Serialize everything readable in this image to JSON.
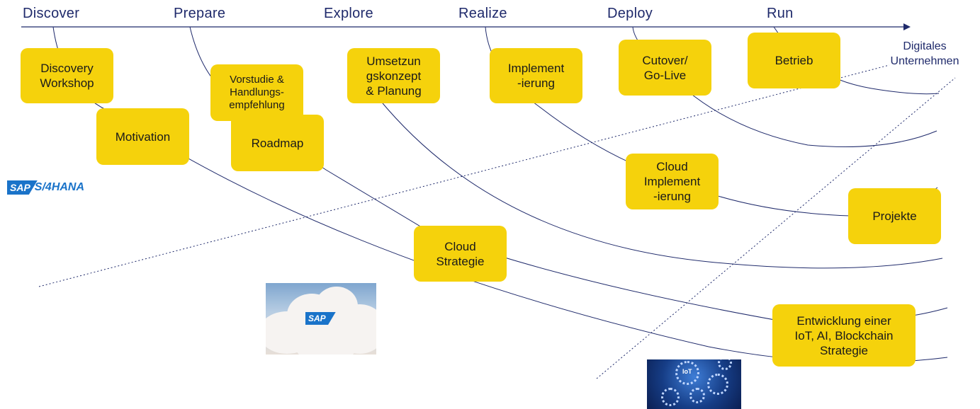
{
  "phases": [
    "Discover",
    "Prepare",
    "Explore",
    "Realize",
    "Deploy",
    "Run"
  ],
  "goal": "Digitales\nUnternehmen",
  "cards": [
    {
      "id": "discovery-workshop",
      "label": "Discovery\nWorkshop"
    },
    {
      "id": "motivation",
      "label": "Motivation"
    },
    {
      "id": "vorstudie",
      "label": "Vorstudie &\nHandlungs-\nempfehlung"
    },
    {
      "id": "roadmap",
      "label": "Roadmap"
    },
    {
      "id": "umsetzungskonzept",
      "label": "Umsetzun\ngskonzept\n& Planung"
    },
    {
      "id": "implementierung",
      "label": "Implement\n-ierung"
    },
    {
      "id": "cutover",
      "label": "Cutover/\nGo-Live"
    },
    {
      "id": "betrieb",
      "label": "Betrieb"
    },
    {
      "id": "cloud-implementierung",
      "label": "Cloud\nImplement\n-ierung"
    },
    {
      "id": "projekte",
      "label": "Projekte"
    },
    {
      "id": "cloud-strategie",
      "label": "Cloud\nStrategie"
    },
    {
      "id": "entwicklung",
      "label": "Entwicklung einer\nIoT, AI, Blockchain\nStrategie"
    }
  ],
  "logos": {
    "sap_badge": "SAP",
    "sap_product": "S/4HANA",
    "cloud_badge": "SAP",
    "iot_label": "IoT"
  },
  "colors": {
    "card": "#f5d20c",
    "line": "#1f2a6b",
    "sap_blue": "#1a73c9"
  }
}
